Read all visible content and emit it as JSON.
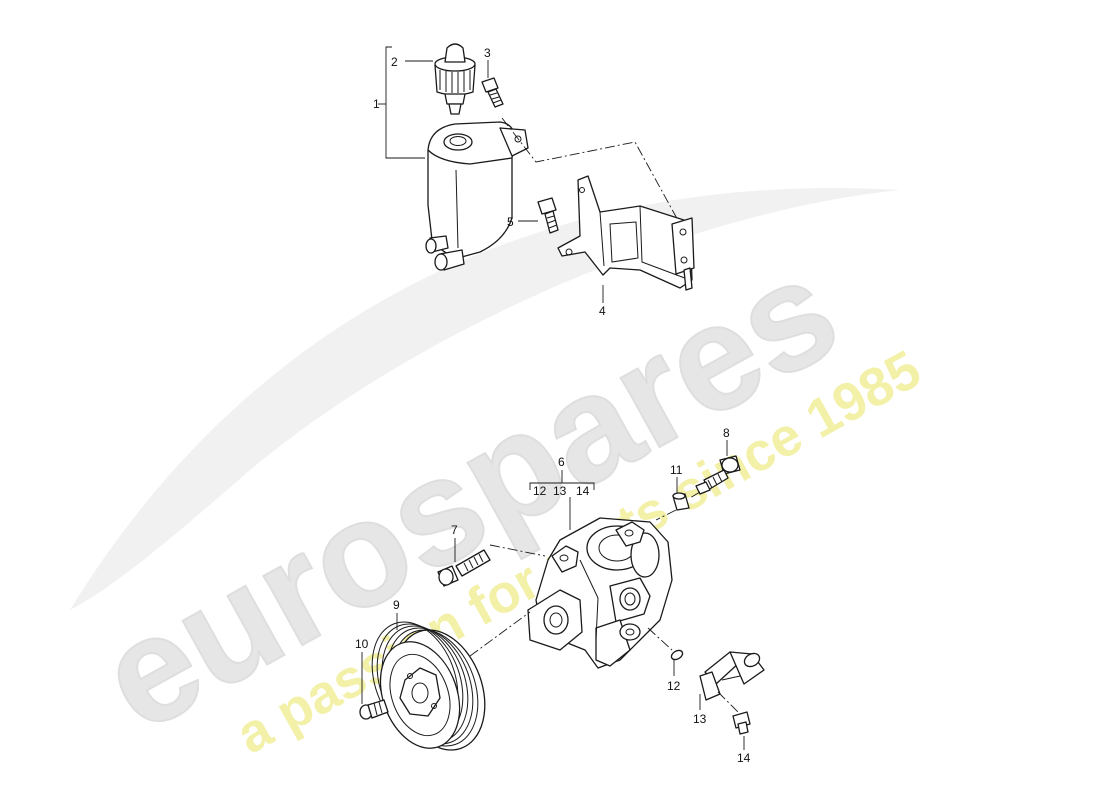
{
  "watermark": {
    "logo_text": "eurospares",
    "tagline": "a passion for parts since 1985",
    "logo_color": "#e6e6e6",
    "tagline_color": "#f3f0a8"
  },
  "callouts": {
    "c1": "1",
    "c2": "2",
    "c3": "3",
    "c4": "4",
    "c5": "5",
    "c6": "6",
    "c6_sub12": "12",
    "c6_sub13": "13",
    "c6_sub14": "14",
    "c7": "7",
    "c8": "8",
    "c9": "9",
    "c10": "10",
    "c11": "11",
    "c12": "12",
    "c13": "13",
    "c14": "14"
  }
}
